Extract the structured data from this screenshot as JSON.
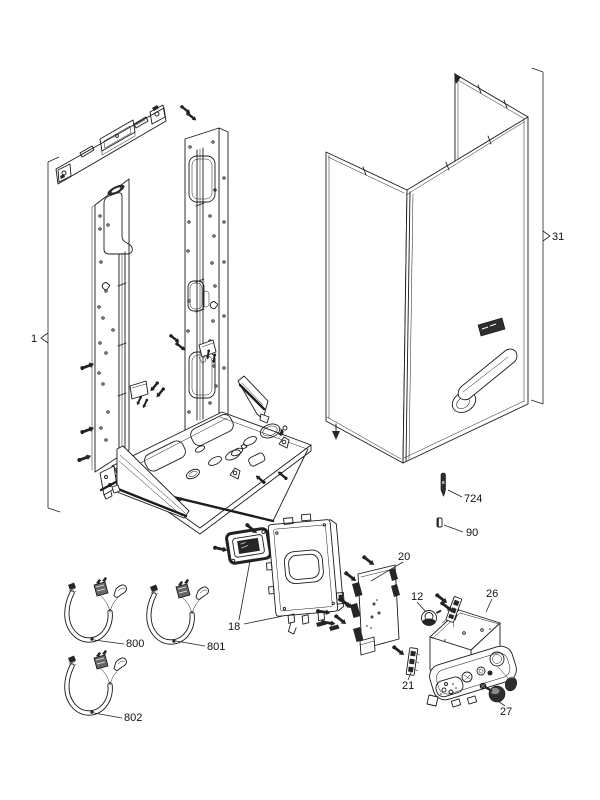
{
  "figure": {
    "kind": "exploded-parts-diagram",
    "subject": "wall-hung boiler frame and casing assembly"
  },
  "colors": {
    "background": "#ffffff",
    "line": "#1c1c1c",
    "dark_fill": "#2a2a2a"
  },
  "callouts": [
    {
      "id": "frame-assembly",
      "label": "1"
    },
    {
      "id": "outer-casing",
      "label": "31"
    },
    {
      "id": "long-screw",
      "label": "724"
    },
    {
      "id": "short-pin",
      "label": "90"
    },
    {
      "id": "display-mounting-frame",
      "label": "18"
    },
    {
      "id": "circuit-board",
      "label": "20"
    },
    {
      "id": "left-knob",
      "label": "12"
    },
    {
      "id": "control-box",
      "label": "26"
    },
    {
      "id": "terminal-strip",
      "label": "21"
    },
    {
      "id": "right-knob",
      "label": "27"
    },
    {
      "id": "cable-800",
      "label": "800"
    },
    {
      "id": "cable-801",
      "label": "801"
    },
    {
      "id": "cable-802",
      "label": "802"
    }
  ]
}
